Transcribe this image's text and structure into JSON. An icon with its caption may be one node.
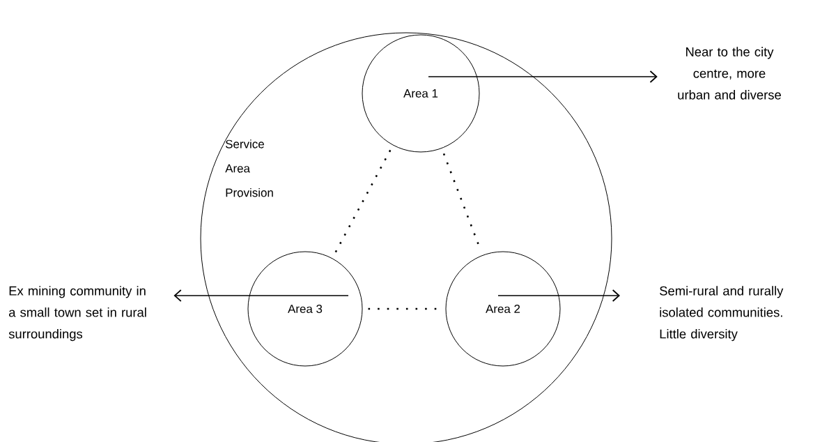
{
  "diagram": {
    "nodes": [
      {
        "text": [
          "Service Area Provision"
        ]
      },
      {
        "text": [
          "Area 1"
        ],
        "in": 0
      },
      {
        "text": [
          "Area 3"
        ],
        "in": 0
      },
      {
        "text": [
          "Area 2"
        ],
        "in": 0
      },
      {
        "text": [
          "Near to the city centre, more urban and diverse"
        ]
      },
      {
        "text": [
          "Ex mining community in a small town set in rural surroundings"
        ]
      },
      {
        "text": [
          "Semi-rural and rurally isolated communities. Little diversity"
        ]
      }
    ],
    "edges": [
      {
        "from": 1,
        "to": 4,
        "arrow": "to"
      },
      {
        "from": 2,
        "to": 5,
        "arrow": "to"
      },
      {
        "from": 3,
        "to": 6,
        "arrow": "to"
      },
      {
        "from": 1,
        "to": 2,
        "arrow": "none",
        "style": "dashed"
      },
      {
        "from": 1,
        "to": 3,
        "arrow": "none",
        "style": "dashed"
      },
      {
        "from": 2,
        "to": 3,
        "arrow": "none",
        "style": "dashed"
      }
    ]
  }
}
